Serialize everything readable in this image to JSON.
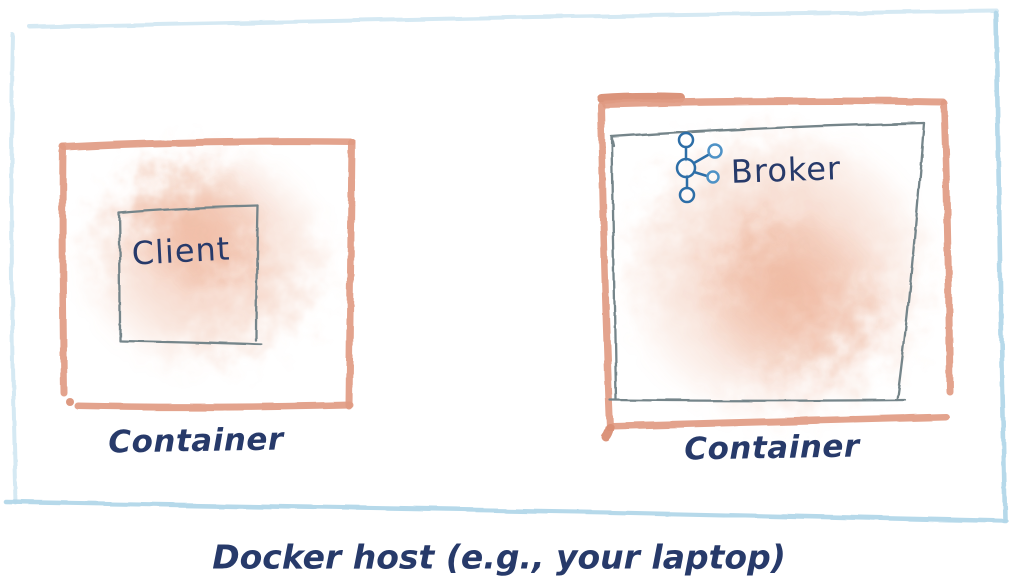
{
  "diagram": {
    "caption": "Docker host (e.g., your laptop)",
    "containers": [
      {
        "label": "Container",
        "box_label": "Client",
        "icon": "none"
      },
      {
        "label": "Container",
        "box_label": "Broker",
        "icon": "network-hub-icon"
      }
    ],
    "colors": {
      "host_border": "#b2d7e9",
      "container_border": "#e19b83",
      "container_border_dark": "#d98e74",
      "container_wash": "#e89a77",
      "inner_border": "#75858a",
      "text_navy": "#273a6a",
      "icon_dark": "#2d6ea7",
      "icon_light": "#4f92c6"
    }
  }
}
